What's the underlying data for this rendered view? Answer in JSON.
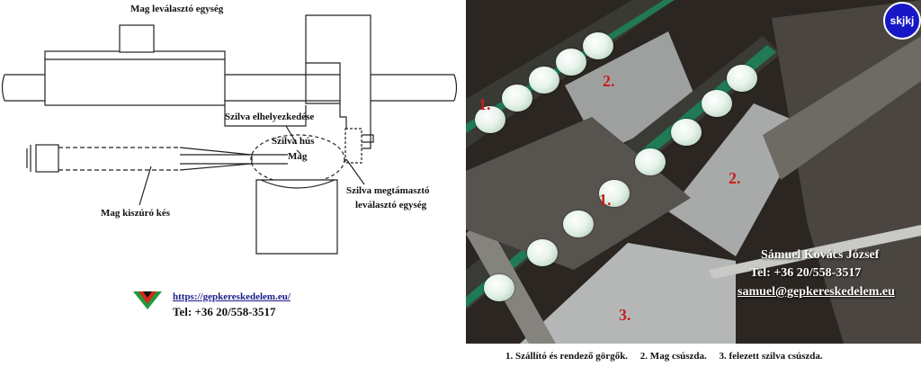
{
  "diagram": {
    "title": "Mag leválasztó egység",
    "label_position": "Szilva elhelyezkedése",
    "label_flesh": "Szilva hús",
    "label_pit": "Mag",
    "label_knife": "Mag kiszúró kés",
    "label_support_line1": "Szilva megtámasztó",
    "label_support_line2": "leválasztó  egység",
    "logo_icon": "company-logo-triangle",
    "website": "https://gepkereskedelem.eu/",
    "phone": "Tel: +36 20/558-3517"
  },
  "photo": {
    "badge": "skjkj",
    "markers": [
      "1.",
      "2.",
      "1.",
      "2.",
      "3."
    ],
    "contact_name": "Sámuel Kovács József",
    "contact_phone": "Tel: +36 20/558-3517",
    "contact_email": "samuel@gepkereskedelem.eu"
  },
  "caption": "1. Szállító és rendező görgők.     2. Mag csúszda.     3. felezett szilva csúszda."
}
